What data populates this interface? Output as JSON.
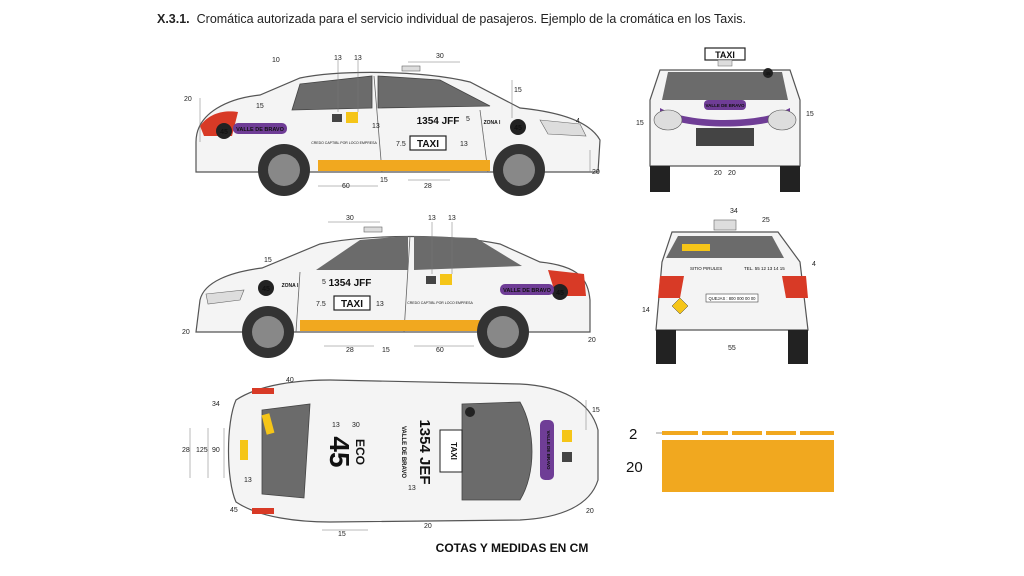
{
  "heading": {
    "number": "X.3.1.",
    "text": "Cromática autorizada para el servicio individual de pasajeros. Ejemplo de la cromática en los Taxis."
  },
  "caption": "COTAS Y MEDIDAS EN CM",
  "colors": {
    "stripe": "#f1a81f",
    "purple": "#6f3d96",
    "red": "#d83a26",
    "yellow": "#f5c518",
    "line": "#555555"
  },
  "car": {
    "plate": "1354 JFF",
    "plate_top": "1354 JEF",
    "taxi_sign": "TAXI",
    "zone": "ZONA I",
    "eco_number": "45",
    "eco_label": "ECO",
    "municipality": "VALLE DE BRAVO",
    "company_logo_text": "CREDO CAPTIBL POR LOCO EMPRESA",
    "rear_company_text": "SITIO PIRULES",
    "rear_phone": "TEL. 55 12 13 14 15",
    "rear_complaints": "QUEJAS : 800 000 00 00"
  },
  "dims": {
    "side1": [
      "10",
      "13",
      "13",
      "30",
      "20",
      "15",
      "15",
      "5",
      "13",
      "7.5",
      "13",
      "60",
      "15",
      "28",
      "20",
      "4"
    ],
    "front": [
      "15",
      "15",
      "20",
      "20"
    ],
    "side2": [
      "30",
      "13",
      "13",
      "15",
      "5",
      "7.5",
      "13",
      "20",
      "28",
      "15",
      "60",
      "20"
    ],
    "rear": [
      "34",
      "25",
      "14",
      "55",
      "4"
    ],
    "top": [
      "34",
      "28",
      "125",
      "90",
      "13",
      "13",
      "30",
      "13",
      "15",
      "45",
      "20",
      "20",
      "15",
      "40"
    ]
  },
  "stripe_legend": {
    "top_label": "2",
    "bottom_label": "20"
  }
}
